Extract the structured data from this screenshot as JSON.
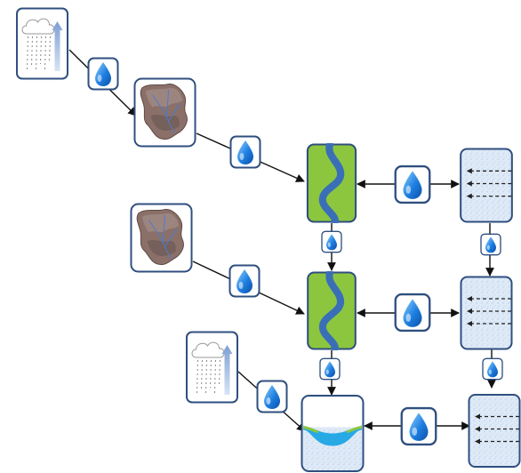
{
  "diagram": {
    "colors": {
      "node_border": "#2f4f7f",
      "node_fill": "#ffffff",
      "river_fill": "#8cc63f",
      "river_stroke": "#3a6fb7",
      "aquifer_fill": "#dfeaf7",
      "water_drop": "#1e7fe0",
      "lake_water": "#27a9e6",
      "connector": "#111111"
    },
    "nodes": [
      {
        "id": "rain-1",
        "kind": "precipitation"
      },
      {
        "id": "catchment-1",
        "kind": "catchment"
      },
      {
        "id": "river-1",
        "kind": "river"
      },
      {
        "id": "groundwater-1",
        "kind": "groundwater"
      },
      {
        "id": "catchment-2",
        "kind": "catchment"
      },
      {
        "id": "river-2",
        "kind": "river"
      },
      {
        "id": "groundwater-2",
        "kind": "groundwater"
      },
      {
        "id": "rain-2",
        "kind": "precipitation"
      },
      {
        "id": "lake-1",
        "kind": "lake"
      },
      {
        "id": "groundwater-3",
        "kind": "groundwater"
      }
    ],
    "links": [
      {
        "from": "rain-1",
        "to": "catchment-1",
        "icon": "water-drop-icon",
        "direction": "forward"
      },
      {
        "from": "catchment-1",
        "to": "river-1",
        "icon": "water-drop-icon",
        "direction": "forward"
      },
      {
        "from": "river-1",
        "to": "groundwater-1",
        "icon": "water-drop-icon",
        "direction": "both"
      },
      {
        "from": "river-1",
        "to": "river-2",
        "icon": "water-drop-icon",
        "direction": "forward"
      },
      {
        "from": "groundwater-1",
        "to": "groundwater-2",
        "icon": "water-drop-icon",
        "direction": "forward"
      },
      {
        "from": "catchment-2",
        "to": "river-2",
        "icon": "water-drop-icon",
        "direction": "forward"
      },
      {
        "from": "river-2",
        "to": "groundwater-2",
        "icon": "water-drop-icon",
        "direction": "both"
      },
      {
        "from": "river-2",
        "to": "lake-1",
        "icon": "water-drop-icon",
        "direction": "forward"
      },
      {
        "from": "groundwater-2",
        "to": "groundwater-3",
        "icon": "water-drop-icon",
        "direction": "forward"
      },
      {
        "from": "rain-2",
        "to": "lake-1",
        "icon": "water-drop-icon",
        "direction": "forward"
      },
      {
        "from": "lake-1",
        "to": "groundwater-3",
        "icon": "water-drop-icon",
        "direction": "both"
      }
    ]
  }
}
